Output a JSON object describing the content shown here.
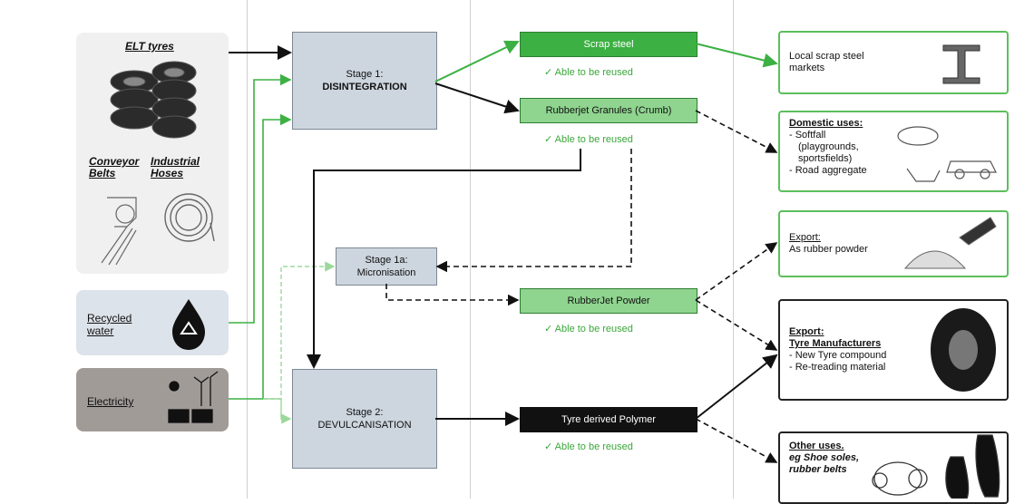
{
  "inputs": {
    "elt_tyres": "ELT tyres",
    "conveyor_belts": "Conveyor Belts",
    "industrial_hoses": "Industrial Hoses",
    "recycled_water": "Recycled water",
    "electricity": "Electricity"
  },
  "stages": {
    "stage1_line1": "Stage 1:",
    "stage1_line2": "DISINTEGRATION",
    "stage1a_line1": "Stage 1a:",
    "stage1a_line2": "Micronisation",
    "stage2_line1": "Stage 2:",
    "stage2_line2": "DEVULCANISATION"
  },
  "products": {
    "scrap_steel": "Scrap steel",
    "granules": "Rubberjet Granules (Crumb)",
    "powder": "RubberJet Powder",
    "polymer": "Tyre derived Polymer",
    "reuse_note": "✓   Able to be reused"
  },
  "destinations": {
    "local_scrap": "Local scrap steel markets",
    "domestic_title": "Domestic uses:",
    "domestic_line1": "- Softfall",
    "domestic_line2": "(playgrounds,",
    "domestic_line3": "sportsfields)",
    "domestic_line4": "- Road aggregate",
    "export_powder_title": "Export:",
    "export_powder_text": "As rubber powder",
    "export_tyre_title": "Export:",
    "export_tyre_sub": "Tyre Manufacturers",
    "export_tyre_line1": "- New Tyre compound",
    "export_tyre_line2": "- Re-treading material",
    "other_title": "Other uses.",
    "other_text1": "eg Shoe soles,",
    "other_text2": "rubber belts"
  },
  "colors": {
    "green": "#3cb043",
    "light_green": "#8fd48f",
    "stage_fill": "#cdd5de",
    "dark": "#111111"
  },
  "icons": [
    "tyre-stack-icon",
    "conveyor-belt-icon",
    "hose-icon",
    "water-drop-icon",
    "solar-wind-icon",
    "steel-beam-icon",
    "playground-icon",
    "powder-pile-icon",
    "tyre-icon",
    "belt-shoe-icon"
  ]
}
